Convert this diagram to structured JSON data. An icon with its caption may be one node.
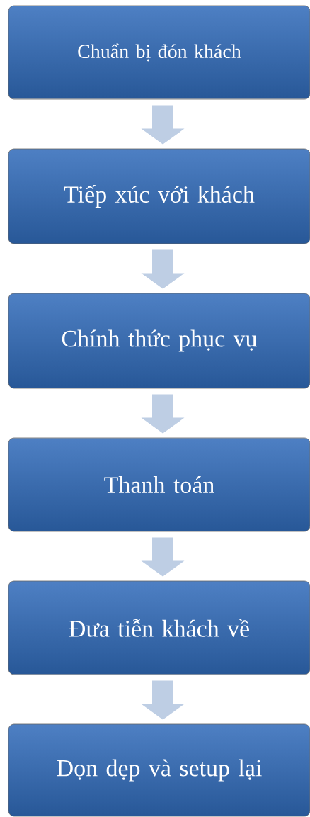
{
  "diagram": {
    "nodes": [
      {
        "text": [
          "Chuẩn bị đón khách"
        ]
      },
      {
        "text": [
          "Tiếp xúc với khách"
        ]
      },
      {
        "text": [
          "Chính thức phục vụ"
        ]
      },
      {
        "text": [
          "Thanh toán"
        ]
      },
      {
        "text": [
          "Đưa tiễn khách về"
        ]
      },
      {
        "text": [
          "Dọn dẹp và setup lại"
        ]
      }
    ],
    "edges": [
      {
        "from": 0,
        "to": 1,
        "arrow": "to"
      },
      {
        "from": 1,
        "to": 2,
        "arrow": "to"
      },
      {
        "from": 2,
        "to": 3,
        "arrow": "to"
      },
      {
        "from": 3,
        "to": 4,
        "arrow": "to"
      },
      {
        "from": 4,
        "to": 5,
        "arrow": "to"
      }
    ]
  }
}
